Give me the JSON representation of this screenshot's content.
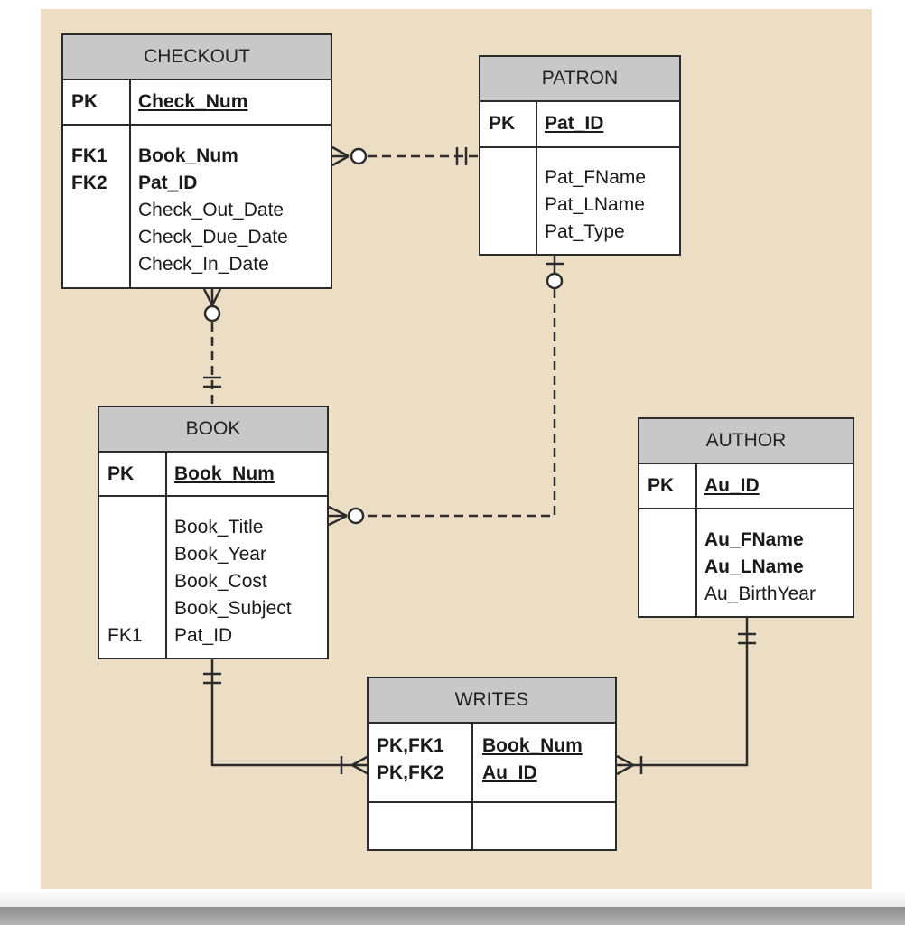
{
  "entities": {
    "checkout": {
      "name": "CHECKOUT",
      "pk_key": "PK",
      "pk_attr": "Check_Num",
      "fk1_key": "FK1",
      "fk2_key": "FK2",
      "attrs": [
        "Book_Num",
        "Pat_ID",
        "Check_Out_Date",
        "Check_Due_Date",
        "Check_In_Date"
      ]
    },
    "patron": {
      "name": "PATRON",
      "pk_key": "PK",
      "pk_attr": "Pat_ID",
      "attrs": [
        "Pat_FName",
        "Pat_LName",
        "Pat_Type"
      ]
    },
    "book": {
      "name": "BOOK",
      "pk_key": "PK",
      "pk_attr": "Book_Num",
      "fk1_key": "FK1",
      "attrs": [
        "Book_Title",
        "Book_Year",
        "Book_Cost",
        "Book_Subject",
        "Pat_ID"
      ]
    },
    "author": {
      "name": "AUTHOR",
      "pk_key": "PK",
      "pk_attr": "Au_ID",
      "attrs": [
        "Au_FName",
        "Au_LName",
        "Au_BirthYear"
      ]
    },
    "writes": {
      "name": "WRITES",
      "key1": "PK,FK1",
      "key2": "PK,FK2",
      "attr1": "Book_Num",
      "attr2": "Au_ID"
    }
  }
}
